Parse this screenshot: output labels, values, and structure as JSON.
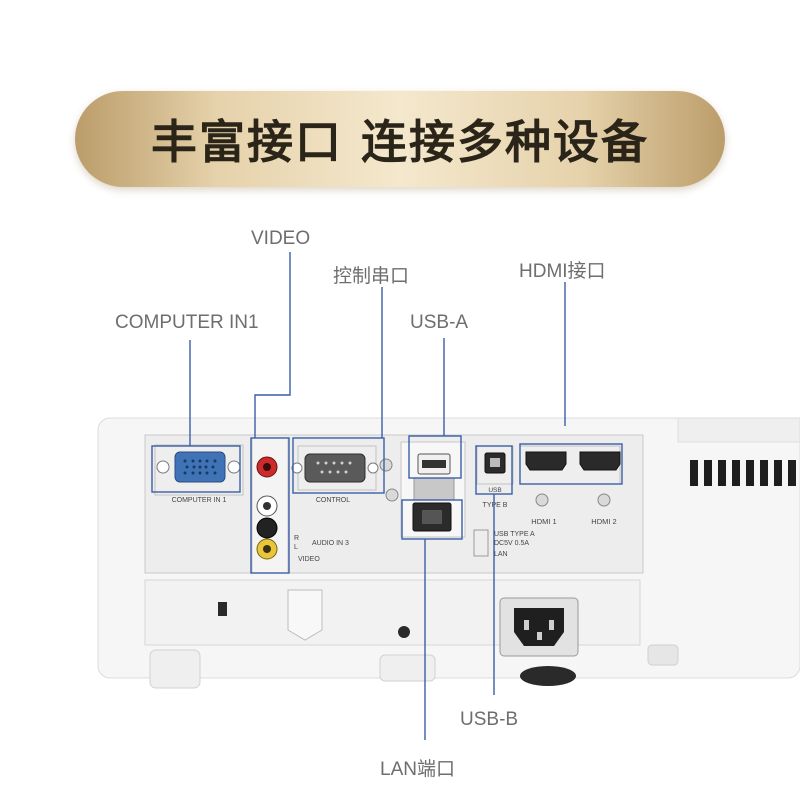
{
  "banner": {
    "title": "丰富接口 连接多种设备"
  },
  "callouts": {
    "video": "VIDEO",
    "control_serial": "控制串口",
    "hdmi": "HDMI接口",
    "computer_in1": "COMPUTER IN1",
    "usb_a": "USB-A",
    "usb_b": "USB-B",
    "lan": "LAN端口"
  },
  "panel_labels": {
    "computer_in": "COMPUTER IN 1",
    "control": "CONTROL",
    "usb": "USB",
    "type_b": "TYPE B",
    "hdmi1": "HDMI 1",
    "hdmi2": "HDMI 2",
    "r": "R",
    "l": "L",
    "audio_in": "AUDIO IN 3",
    "video": "VIDEO",
    "usb_type_a": "USB TYPE A",
    "dc": "DC5V 0.5A",
    "lan": "LAN"
  },
  "colors": {
    "callout_line": "#3a5fa8",
    "banner_gold": "#d9c294",
    "banner_text": "#2b2419"
  }
}
